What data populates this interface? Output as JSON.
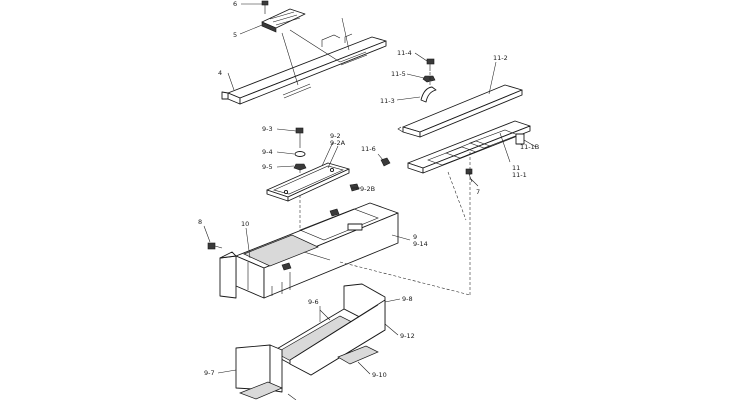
{
  "labels": {
    "p6": "6",
    "p5": "5",
    "p4": "4",
    "p11_4": "11-4",
    "p11_5": "11-5",
    "p11_3": "11-3",
    "p11_2": "11-2",
    "p9_3": "9-3",
    "p9_4": "9-4",
    "p9_5": "9-5",
    "p9_2": "9-2",
    "p9_2a": "9-2A",
    "p9_2b": "9-2B",
    "p11_6": "11-6",
    "p11_1b": "11-1B",
    "p11": "11",
    "p11_1": "11-1",
    "p7": "7",
    "p8": "8",
    "p10": "10",
    "p9": "9",
    "p9_14": "9-14",
    "p9_8": "9-8",
    "p9_6": "9-6",
    "p9_12": "9-12",
    "p9_7": "9-7",
    "p9_10": "9-10"
  }
}
